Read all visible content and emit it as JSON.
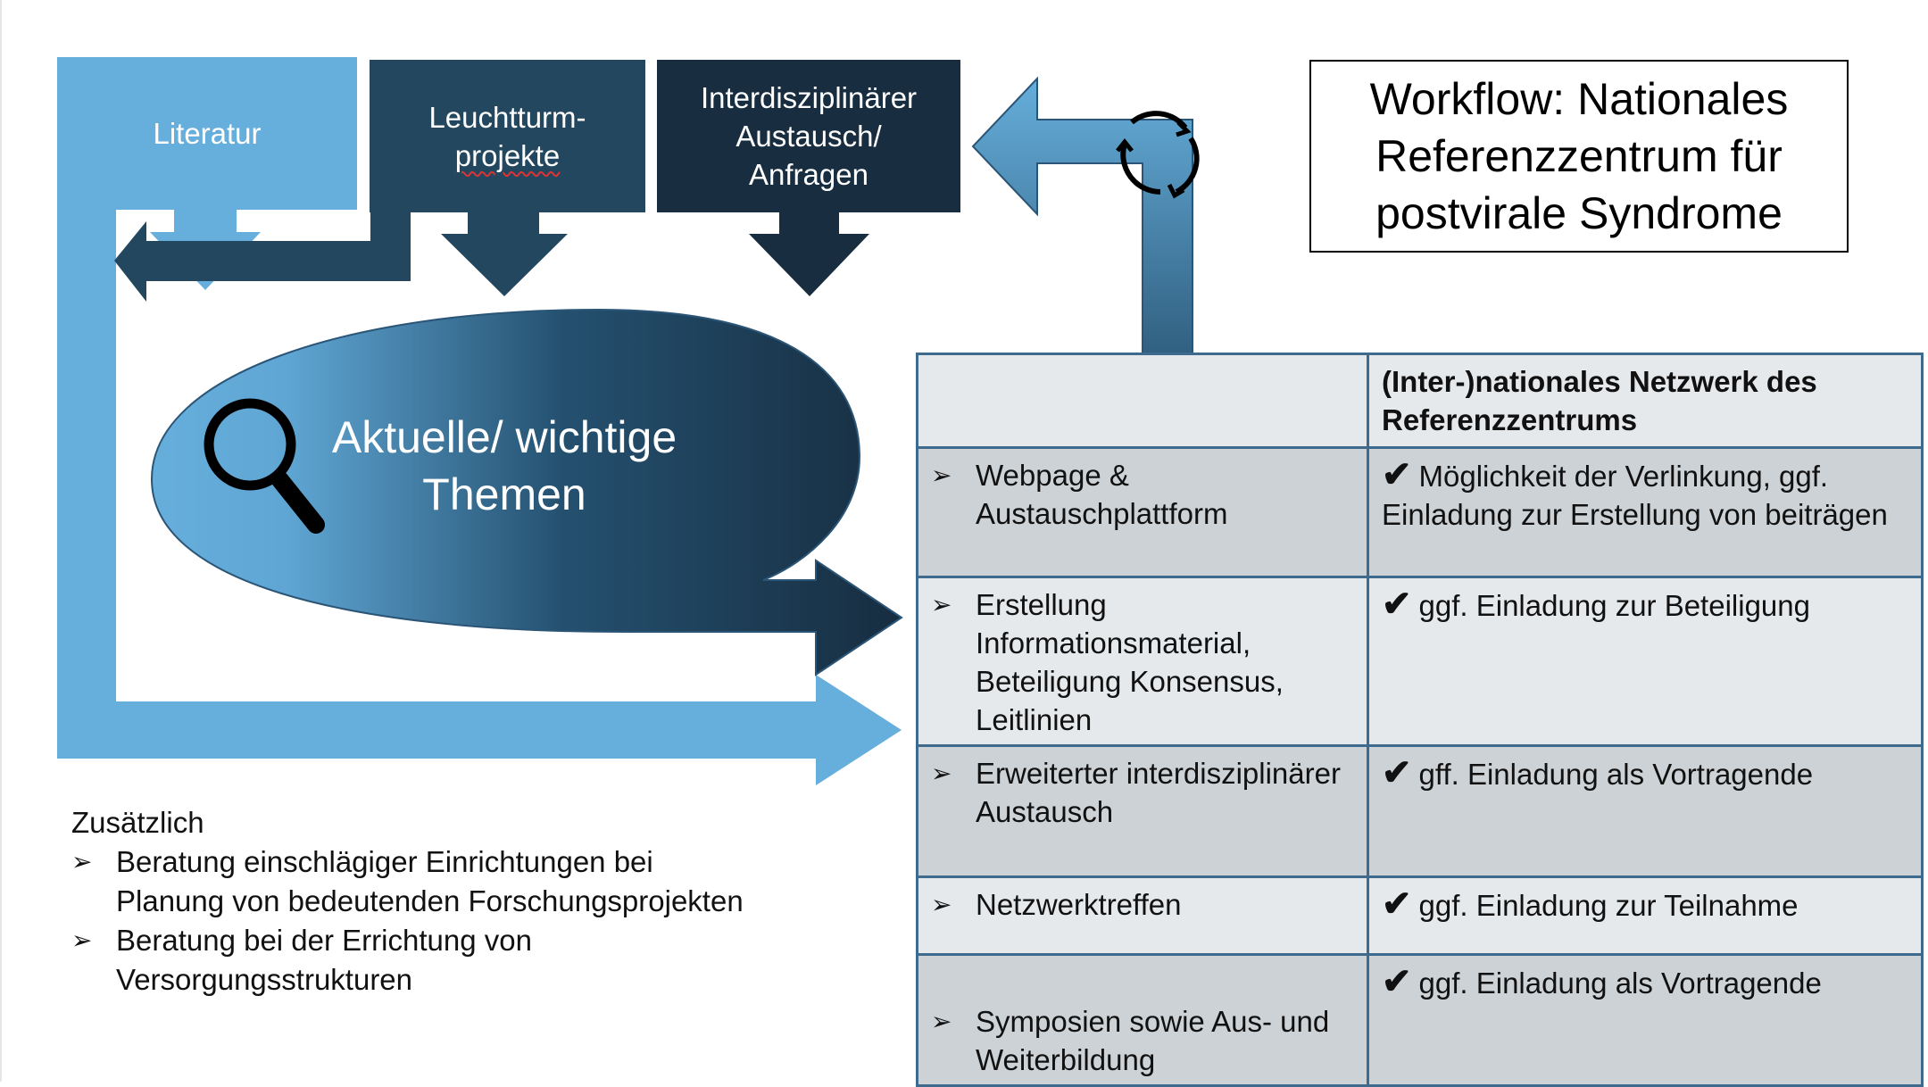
{
  "title": "Workflow: Nationales\nReferenzzentrum für\npostvirale Syndrome",
  "sources": [
    {
      "label": "Literatur",
      "color": "#66aedb"
    },
    {
      "label_line1": "Leuchtturm-",
      "label_line2": "projekte",
      "color": "#23475f"
    },
    {
      "label": "Interdisziplinärer\nAustausch/\nAnfragen",
      "color": "#182d3f"
    }
  ],
  "center": {
    "label": "Aktuelle/ wichtige\nThemen",
    "icon": "magnifier-icon"
  },
  "cycle_icon": "refresh-cycle-icon",
  "table": {
    "header": [
      "",
      "(Inter-)nationales Netzwerk des Referenzzentrums"
    ],
    "rows": [
      {
        "left": "Webpage &\nAustauschplattform",
        "right": "Möglichkeit der Verlinkung, ggf. Einladung zur Erstellung von beiträgen"
      },
      {
        "left": "Erstellung Informationsmaterial, Beteiligung Konsensus, Leitlinien",
        "right": "ggf. Einladung zur Beteiligung"
      },
      {
        "left": "Erweiterter interdisziplinärer Austausch",
        "right": "gff. Einladung als Vortragende"
      },
      {
        "left": "Netzwerktreffen",
        "right": "ggf. Einladung zur Teilnahme"
      },
      {
        "left": "Symposien sowie Aus- und Weiterbildung",
        "right": "ggf. Einladung als Vortragende"
      }
    ],
    "bullet_glyph": "➢",
    "check_glyph": "✔"
  },
  "extra": {
    "heading": "Zusätzlich",
    "items": [
      "Beratung einschlägiger Einrichtungen bei Planung von bedeutenden Forschungsprojekten",
      "Beratung bei der Errichtung von Versorgungsstrukturen"
    ]
  },
  "colors": {
    "light_blue": "#66aedb",
    "mid_blue": "#23475f",
    "dark_blue": "#182d3f",
    "table_border": "#3e6a8e"
  }
}
